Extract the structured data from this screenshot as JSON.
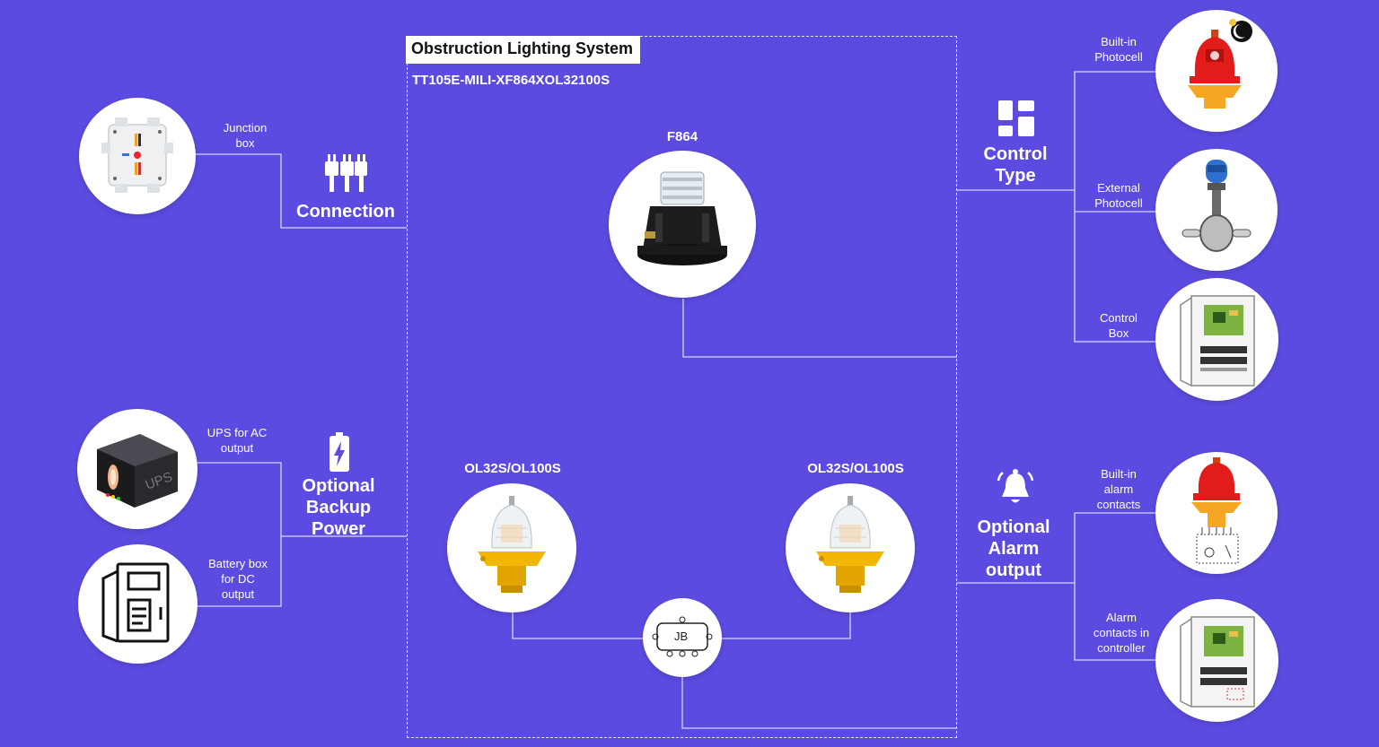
{
  "system": {
    "title": "Obstruction Lighting System",
    "code": "TT105E-MILI-XF864XOL32100S"
  },
  "products": {
    "top": "F864",
    "left": "OL32S/OL100S",
    "right": "OL32S/OL100S",
    "jb": "JB"
  },
  "categories": {
    "connection": "Connection",
    "backup_line1": "Optional",
    "backup_line2": "Backup",
    "backup_line3": "Power",
    "control_line1": "Control",
    "control_line2": "Type",
    "alarm_line1": "Optional",
    "alarm_line2": "Alarm",
    "alarm_line3": "output"
  },
  "options": {
    "junction_box": [
      "Junction",
      "box"
    ],
    "ups": [
      "UPS for AC",
      "output"
    ],
    "battery": [
      "Battery box",
      "for DC",
      "output"
    ],
    "builtin_photocell": [
      "Built-in",
      "Photocell"
    ],
    "external_photocell": [
      "External",
      "Photocell"
    ],
    "control_box": [
      "Control",
      "Box"
    ],
    "builtin_alarm": [
      "Built-in",
      "alarm",
      "contacts"
    ],
    "alarm_controller": [
      "Alarm",
      "contacts in",
      "controller"
    ]
  },
  "ups_text": "UPS",
  "colors": {
    "background": "#5b4be0",
    "line": "#d9d5ff",
    "beacon_red": "#e21b1b",
    "beacon_orange": "#f5a623",
    "beacon_yellow": "#f2b705"
  },
  "icons": {
    "connection": "plug-connectors-icon",
    "backup": "battery-charge-icon",
    "control": "dashboard-tiles-icon",
    "alarm": "bell-icon"
  }
}
